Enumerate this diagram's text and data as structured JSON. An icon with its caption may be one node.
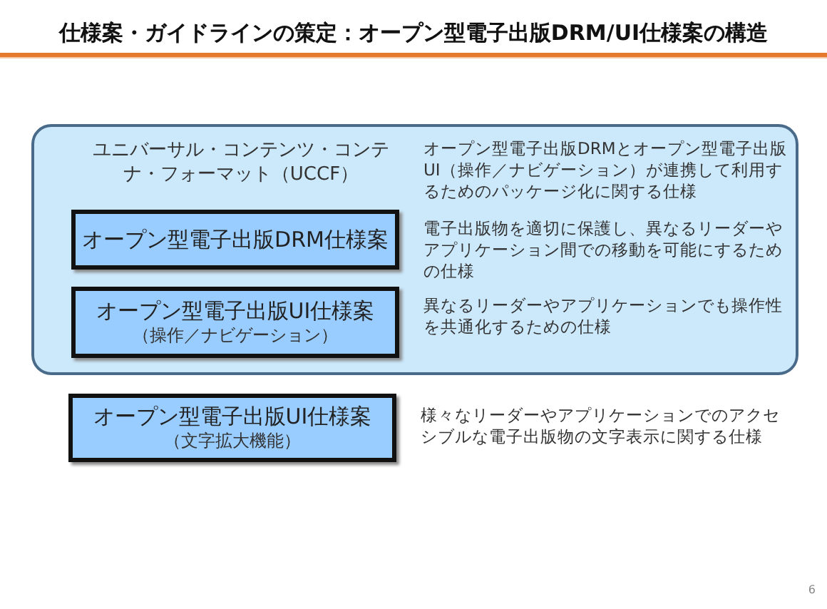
{
  "diagram": {
    "title": "仕様案・ガイドラインの策定：オープン型電子出版DRM/UI仕様案の構造",
    "nodes": [
      {
        "text": [
          "ユニバーサル・コンテンツ・コンテナ・フォーマット（UCCF）",
          "オープン型電子出版DRMとオープン型電子出版UI（操作／ナビゲーション）が連携して利用するためのパッケージ化に関する仕様"
        ]
      },
      {
        "text": [
          "オープン型電子出版DRM仕様案"
        ],
        "in": 0,
        "beside": [
          "電子出版物を適切に保護し、異なるリーダーやアプリケーション間での移動を可能にするための仕様"
        ]
      },
      {
        "text": [
          "オープン型電子出版UI仕様案",
          "（操作／ナビゲーション）"
        ],
        "in": 0,
        "beside": [
          "異なるリーダーやアプリケーションでも操作性を共通化するための仕様"
        ]
      },
      {
        "text": [
          "オープン型電子出版UI仕様案",
          "（文字拡大機能）"
        ],
        "beside": [
          "様々なリーダーやアプリケーションでのアクセシブルな電子出版物の文字表示に関する仕様"
        ]
      }
    ],
    "labels": [
      "6"
    ]
  }
}
